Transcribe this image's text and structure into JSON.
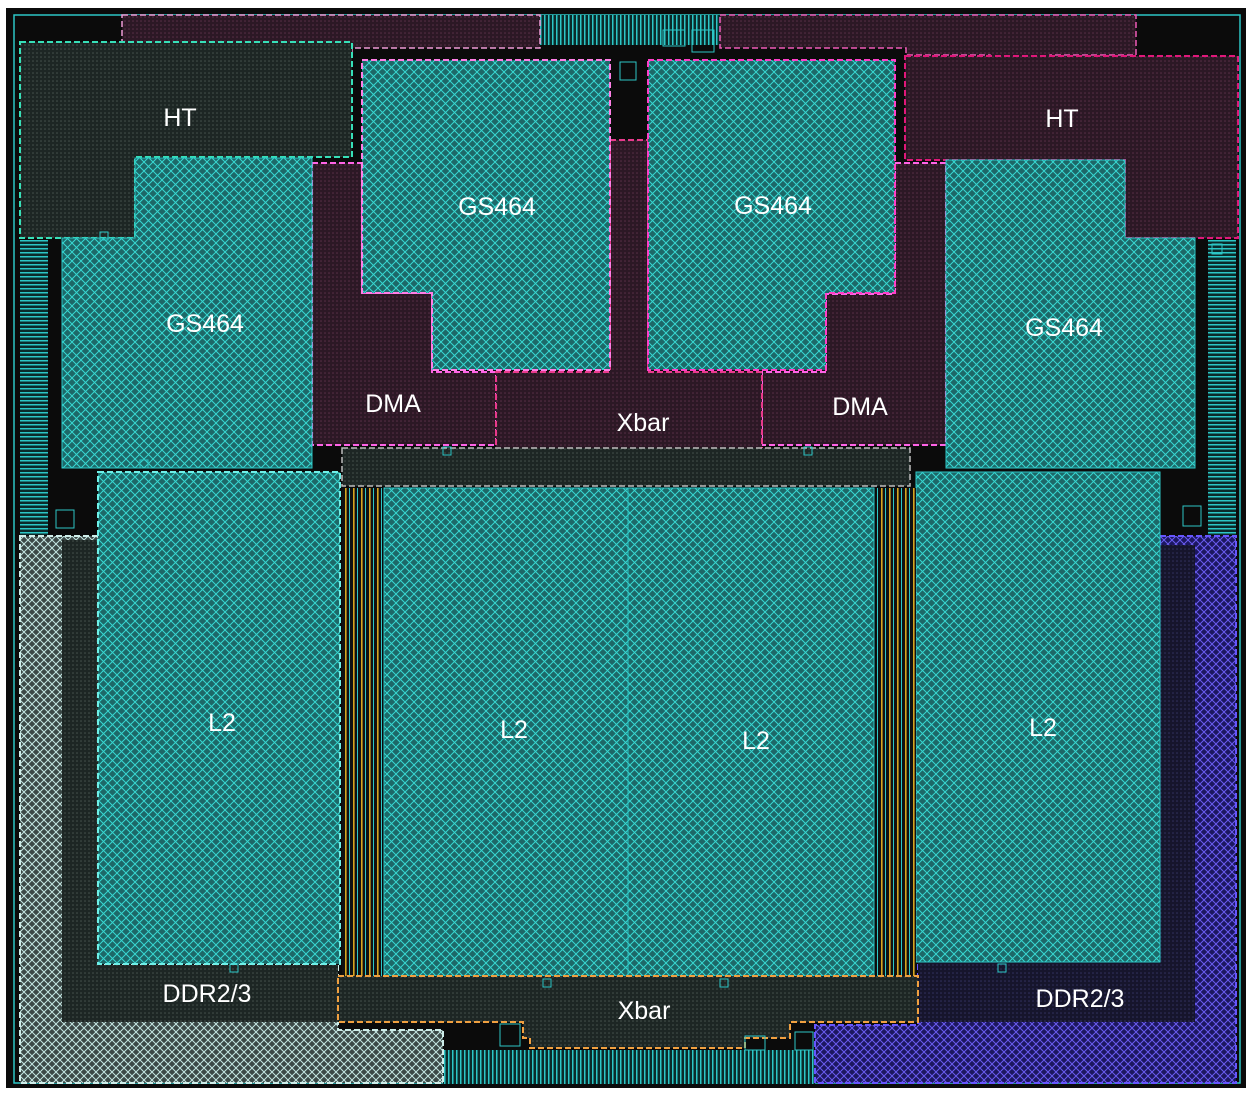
{
  "blocks": {
    "ht_left": "HT",
    "ht_right": "HT",
    "gs464_top_left": "GS464",
    "gs464_top_right": "GS464",
    "gs464_left": "GS464",
    "gs464_right": "GS464",
    "dma_left": "DMA",
    "dma_right": "DMA",
    "xbar_top": "Xbar",
    "xbar_bottom": "Xbar",
    "l2_1": "L2",
    "l2_2": "L2",
    "l2_3": "L2",
    "l2_4": "L2",
    "ddr_left": "DDR2/3",
    "ddr_right": "DDR2/3"
  },
  "colors": {
    "die_background": "#0b0b0b",
    "cache_fill": "#1d6868",
    "cache_mesh": "#37d6d0",
    "io_cyan": "#2cc6c6",
    "ht_left_outline": "#37e0b8",
    "ht_right_outline": "#e0187a",
    "dma_outline": "#ff63e6",
    "xbar_top_outline": "#e83a8c",
    "xbar_bottom_outline": "#f0a040",
    "ddr_right_outline": "#6655ff",
    "ddr_left_pattern": "#b9e3df",
    "bus_gold": "#d6a520"
  }
}
